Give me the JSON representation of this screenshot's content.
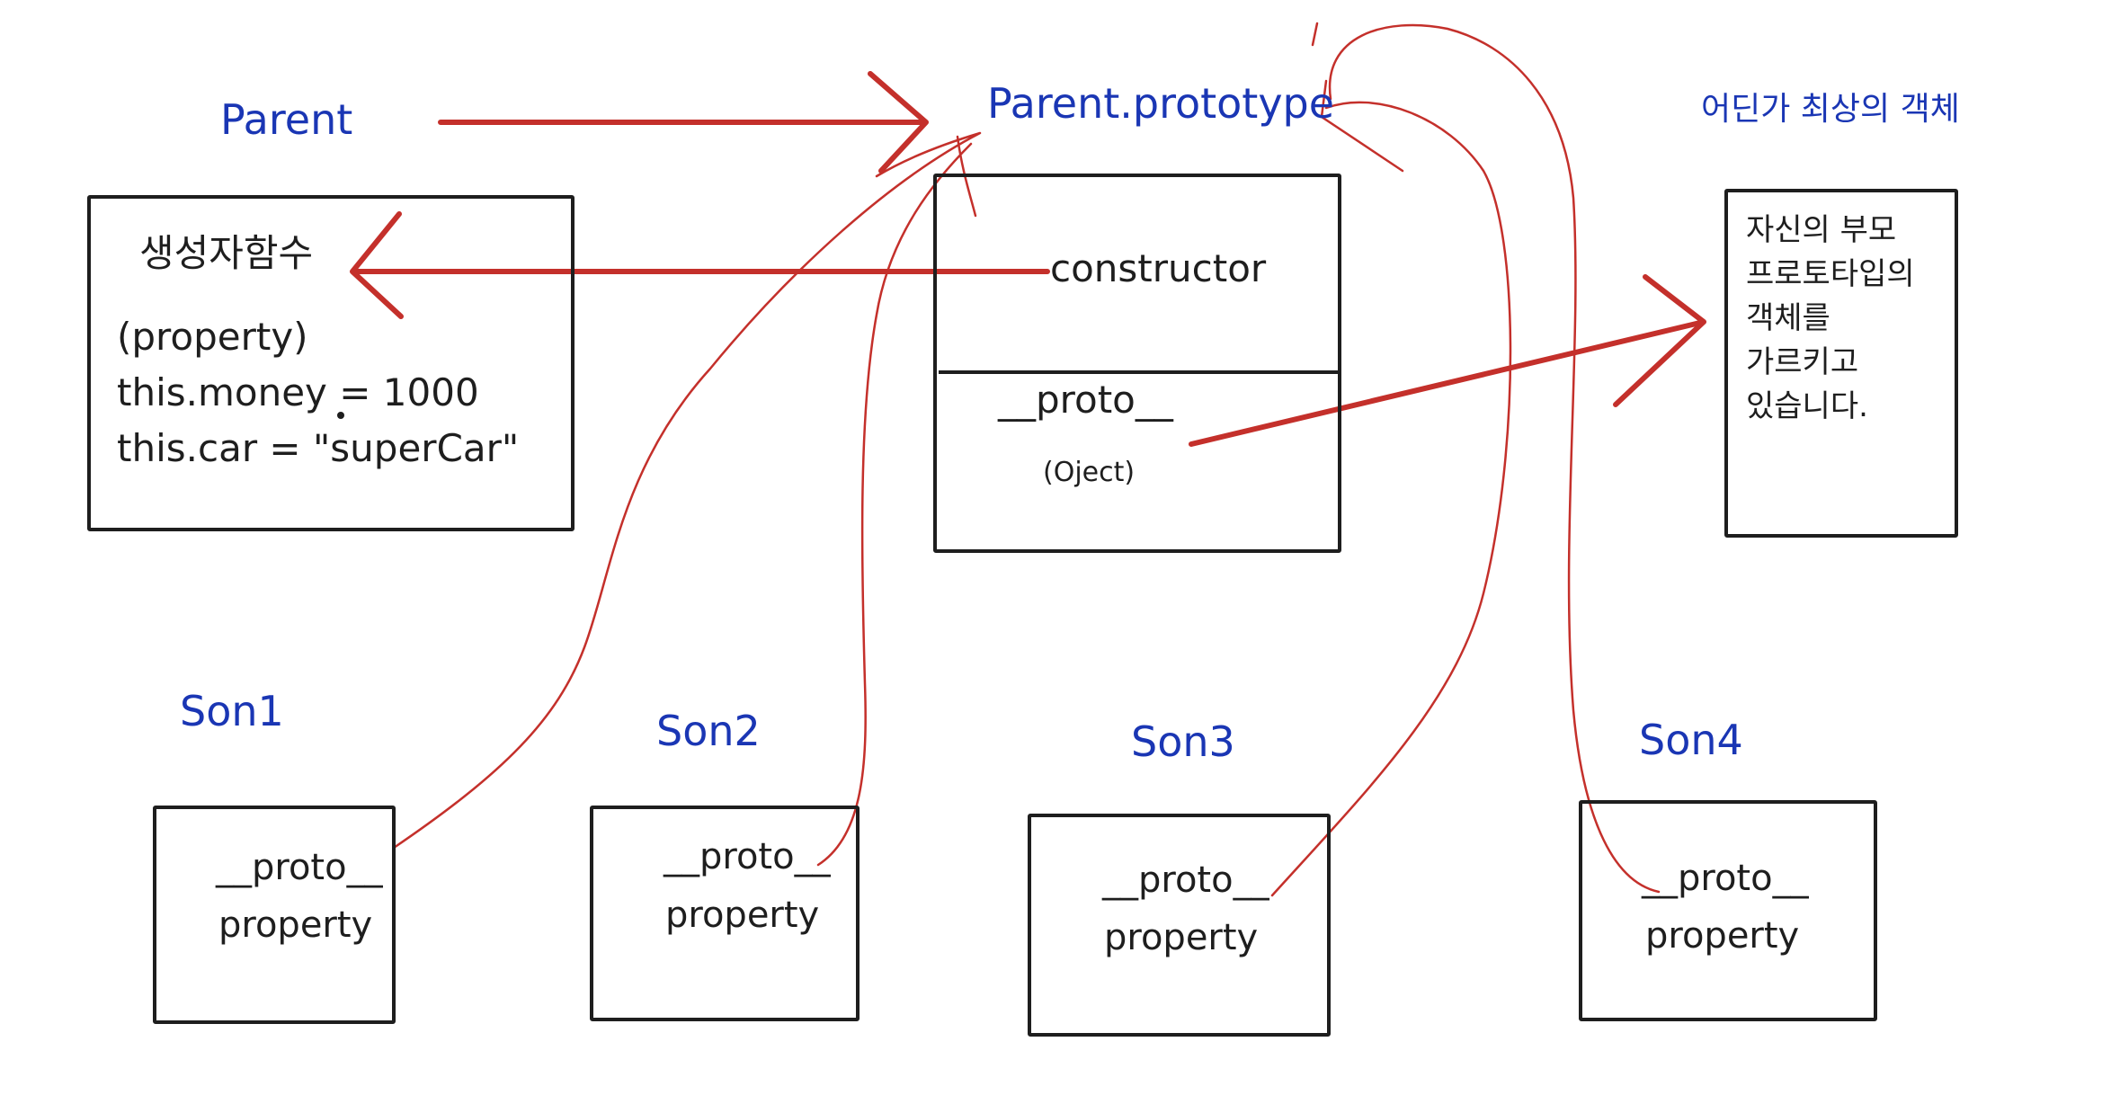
{
  "labels": {
    "parent": "Parent",
    "prototype": "Parent.prototype",
    "top_object": "어딘가 최상의 객체",
    "son1": "Son1",
    "son2": "Son2",
    "son3": "Son3",
    "son4": "Son4"
  },
  "parent_box": {
    "title": "생성자함수",
    "line1": "(property)",
    "line2": "this.money = 1000",
    "line3": "this.car = \"superCar\""
  },
  "prototype_box": {
    "constructor": "constructor",
    "proto": "__proto__",
    "proto_type": "(Oject)"
  },
  "top_box": {
    "lines": [
      "자신의 부모",
      "프로토타입의",
      "객체를",
      "가르키고",
      "있습니다."
    ]
  },
  "son_box": {
    "proto": "__proto__",
    "property": "property"
  },
  "colors": {
    "label": "#1a36b4",
    "arrow": "#c4302b",
    "box": "#1e1e1e"
  }
}
